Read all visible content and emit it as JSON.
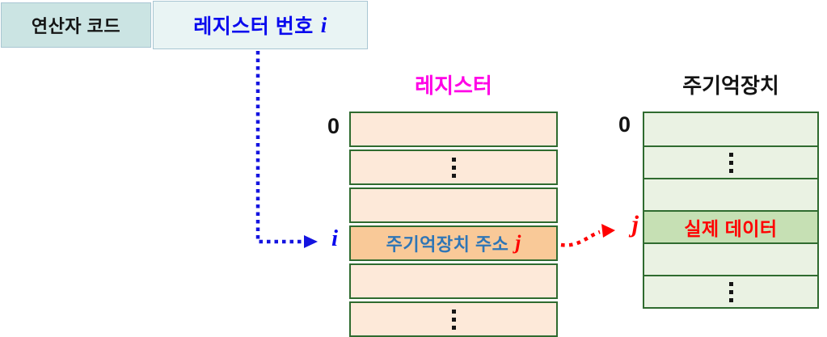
{
  "colors": {
    "header_left_bg": "#CBE4E3",
    "header_right_bg": "#E9F4F4",
    "header_border": "#A9C6D3",
    "primary_blue": "#0A0AEE",
    "cell_blue": "#2E75B6",
    "red": "#FF0000",
    "magenta": "#FF00E6",
    "green_border": "#2F6B2F",
    "register_fill": "#FDE9D9",
    "register_highlight": "#F9C998",
    "memory_fill": "#EAF2E3",
    "memory_highlight": "#C6E0B4"
  },
  "instruction": {
    "opcode_label": "연산자 코드",
    "register_number_label": "레지스터 번호",
    "register_number_var": "i"
  },
  "register_panel": {
    "title": "레지스터",
    "index_first": "0",
    "index_pointer": "i",
    "address_label": "주기억장치 주소",
    "address_var": "j",
    "rows": [
      "",
      "⋮",
      "",
      "주기억장치 주소 j",
      "",
      "⋮"
    ]
  },
  "memory_panel": {
    "title": "주기억장치",
    "index_first": "0",
    "index_pointer": "j",
    "data_label": "실제 데이터",
    "rows": [
      "",
      "⋮",
      "",
      "실제 데이터",
      "",
      "⋮"
    ]
  }
}
